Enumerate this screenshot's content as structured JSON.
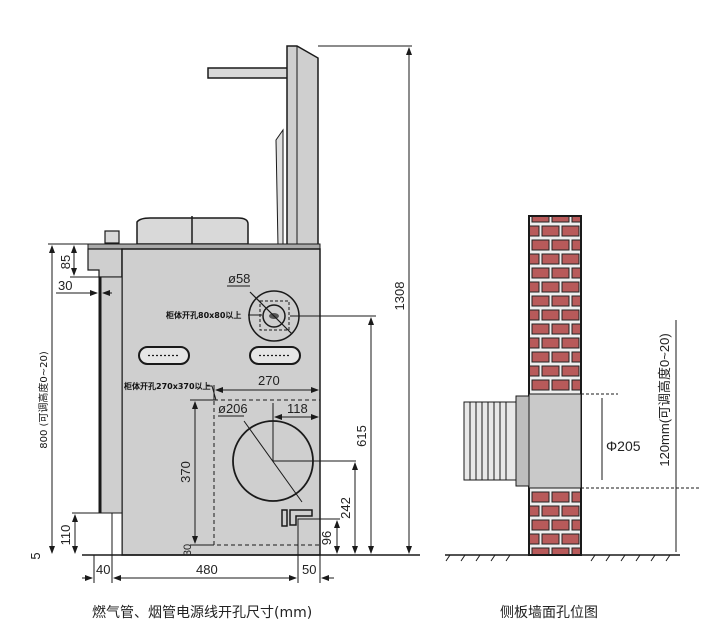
{
  "left_view": {
    "caption": "燃气管、烟管电源线开孔尺寸(mm)",
    "labels": {
      "total_height": "1308",
      "cabinet_height": "800 (可调高度0~20)",
      "top_depth": "85",
      "front_offset": "30",
      "gas_hole_dia": "ø58",
      "gas_cabinet_opening": "柜体开孔80x80以上",
      "flue_cabinet_opening": "柜体开孔270x370以上",
      "flue_width": "270",
      "flue_dia": "ø206",
      "flue_center_offset": "118",
      "flue_height": "370",
      "gas_height": "615",
      "flue_center_height": "242",
      "power_height": "96",
      "plinth_height": "110",
      "base_offset": "5",
      "bottom_gap": "30",
      "left_width": "40",
      "main_width": "480",
      "right_width": "50"
    }
  },
  "right_view": {
    "caption": "侧板墙面孔位图",
    "labels": {
      "hole_dia": "Φ205",
      "hole_height": "120mm(可调高度0~20)"
    },
    "brick_color": "#b85a5a",
    "mortar_color": "#eeeeee"
  },
  "colors": {
    "panel_gray": "#cfcfcf",
    "line": "#1a1a1a"
  }
}
